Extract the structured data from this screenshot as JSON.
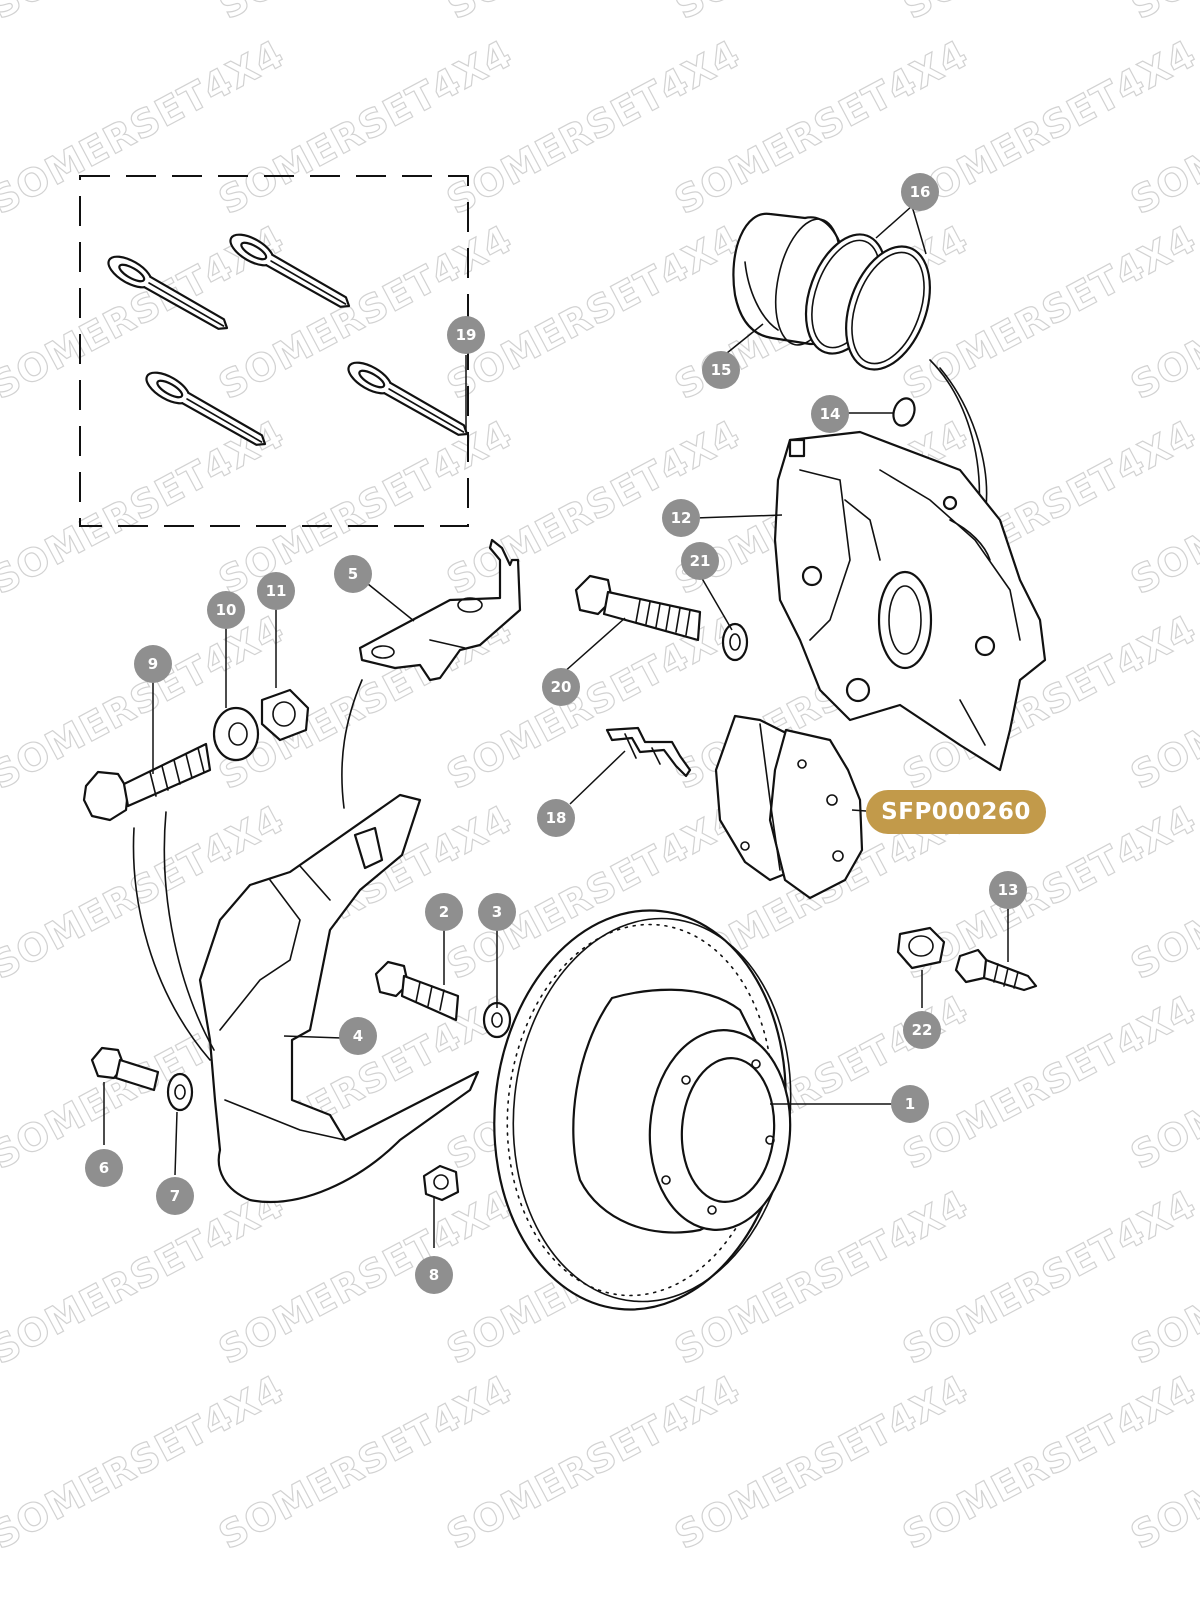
{
  "watermark": {
    "text": "SOMERSET4X4"
  },
  "callouts": [
    {
      "label": "1"
    },
    {
      "label": "2"
    },
    {
      "label": "3"
    },
    {
      "label": "4"
    },
    {
      "label": "5"
    },
    {
      "label": "6"
    },
    {
      "label": "7"
    },
    {
      "label": "8"
    },
    {
      "label": "9"
    },
    {
      "label": "10"
    },
    {
      "label": "11"
    },
    {
      "label": "12"
    },
    {
      "label": "13"
    },
    {
      "label": "14"
    },
    {
      "label": "15"
    },
    {
      "label": "16"
    },
    {
      "label": "18"
    },
    {
      "label": "19"
    },
    {
      "label": "20"
    },
    {
      "label": "21"
    },
    {
      "label": "22"
    }
  ],
  "highlight": {
    "part_number": "SFP000260",
    "color": "#c29a4a"
  },
  "badge_color": "#8f8f8f"
}
